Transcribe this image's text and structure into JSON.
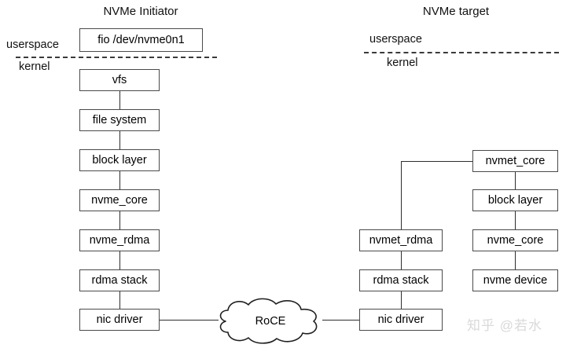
{
  "diagram": {
    "titles": {
      "left": "NVMe Initiator",
      "right": "NVMe target"
    },
    "boundary_labels": {
      "left_userspace": "userspace",
      "left_kernel": "kernel",
      "right_userspace": "userspace",
      "right_kernel": "kernel"
    },
    "initiator_stack": [
      {
        "label": "fio /dev/nvme0n1",
        "layer": "userspace"
      },
      {
        "label": "vfs",
        "layer": "kernel"
      },
      {
        "label": "file system",
        "layer": "kernel"
      },
      {
        "label": "block layer",
        "layer": "kernel"
      },
      {
        "label": "nvme_core",
        "layer": "kernel"
      },
      {
        "label": "nvme_rdma",
        "layer": "kernel"
      },
      {
        "label": "rdma stack",
        "layer": "kernel"
      },
      {
        "label": "nic driver",
        "layer": "kernel"
      }
    ],
    "target_network_stack": [
      {
        "label": "nvmet_rdma",
        "layer": "kernel"
      },
      {
        "label": "rdma stack",
        "layer": "kernel"
      },
      {
        "label": "nic driver",
        "layer": "kernel"
      }
    ],
    "target_storage_stack": [
      {
        "label": "nvmet_core",
        "layer": "kernel"
      },
      {
        "label": "block layer",
        "layer": "kernel"
      },
      {
        "label": "nvme_core",
        "layer": "kernel"
      },
      {
        "label": "nvme device",
        "layer": "kernel"
      }
    ],
    "network": {
      "cloud_label": "RoCE"
    },
    "watermark": "知乎 @若水",
    "colors": {
      "background": "#ffffff",
      "box_border": "#4a4a4a",
      "connector": "#2e2e2e",
      "text": "#000000",
      "watermark": "#d9d9d9"
    }
  }
}
